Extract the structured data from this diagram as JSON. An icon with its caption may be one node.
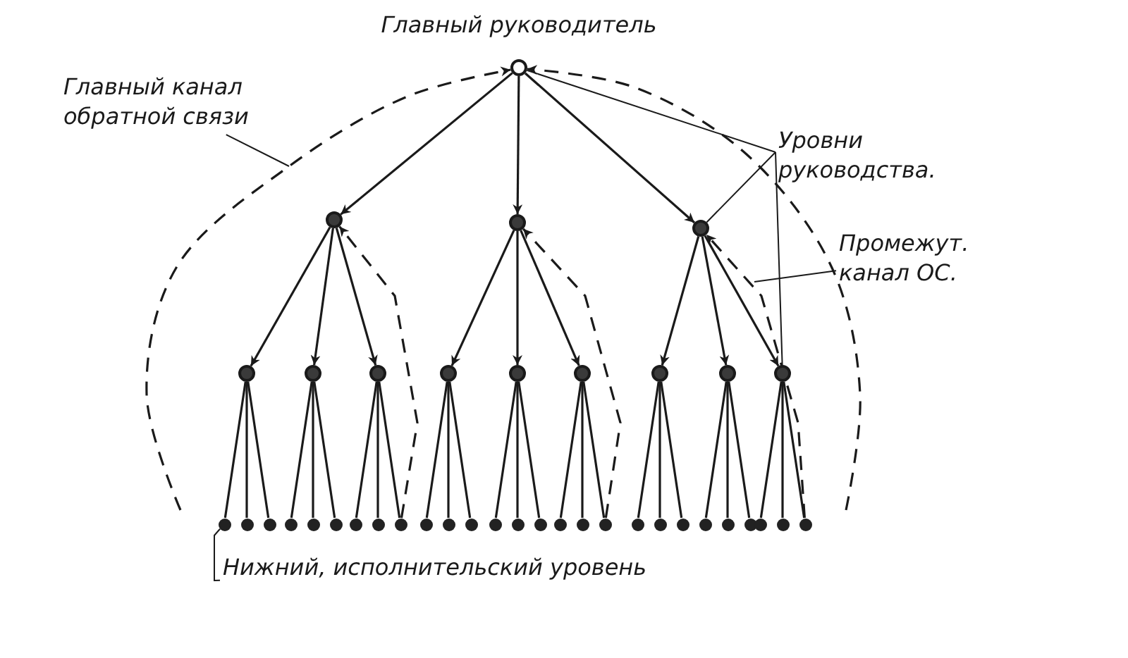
{
  "diagram": {
    "nodes": [
      {
        "text": [],
        "shape": "circle",
        "beside": [
          "Главный руководитель"
        ]
      },
      {
        "text": [],
        "shape": "circle"
      },
      {
        "text": [],
        "shape": "circle"
      },
      {
        "text": [],
        "shape": "circle"
      },
      {
        "text": [],
        "shape": "circle"
      },
      {
        "text": [],
        "shape": "circle"
      },
      {
        "text": [],
        "shape": "circle"
      },
      {
        "text": [],
        "shape": "circle"
      },
      {
        "text": [],
        "shape": "circle"
      },
      {
        "text": [],
        "shape": "circle"
      },
      {
        "text": [],
        "shape": "circle"
      },
      {
        "text": [],
        "shape": "circle"
      },
      {
        "text": [],
        "shape": "circle"
      },
      {
        "text": [],
        "shape": "circle"
      },
      {
        "text": [],
        "shape": "circle"
      },
      {
        "text": [],
        "shape": "circle"
      },
      {
        "text": [],
        "shape": "circle"
      },
      {
        "text": [],
        "shape": "circle"
      },
      {
        "text": [],
        "shape": "circle"
      },
      {
        "text": [],
        "shape": "circle"
      },
      {
        "text": [],
        "shape": "circle"
      },
      {
        "text": [],
        "shape": "circle"
      },
      {
        "text": [],
        "shape": "circle"
      },
      {
        "text": [],
        "shape": "circle"
      },
      {
        "text": [],
        "shape": "circle"
      },
      {
        "text": [],
        "shape": "circle"
      },
      {
        "text": [],
        "shape": "circle"
      },
      {
        "text": [],
        "shape": "circle"
      },
      {
        "text": [],
        "shape": "circle"
      },
      {
        "text": [],
        "shape": "circle"
      },
      {
        "text": [],
        "shape": "circle"
      },
      {
        "text": [],
        "shape": "circle"
      },
      {
        "text": [],
        "shape": "circle"
      },
      {
        "text": [],
        "shape": "circle"
      },
      {
        "text": [],
        "shape": "circle"
      },
      {
        "text": [],
        "shape": "circle"
      },
      {
        "text": [],
        "shape": "circle"
      },
      {
        "text": [],
        "shape": "circle"
      },
      {
        "text": [],
        "shape": "circle"
      },
      {
        "text": [],
        "shape": "circle"
      },
      {
        "text": [
          "Главный канал обратной связи"
        ]
      },
      {
        "text": [
          "Уровни руководства."
        ]
      },
      {
        "text": [
          "Промежут. канал ОС."
        ]
      },
      {
        "text": [
          "Нижний, исполнительский уровень"
        ]
      }
    ],
    "edges": [
      {
        "from": 0,
        "to": 1,
        "arrow": "to"
      },
      {
        "from": 0,
        "to": 2,
        "arrow": "to"
      },
      {
        "from": 0,
        "to": 3,
        "arrow": "to"
      },
      {
        "from": 1,
        "to": 4,
        "arrow": "to"
      },
      {
        "from": 1,
        "to": 5,
        "arrow": "to"
      },
      {
        "from": 1,
        "to": 6,
        "arrow": "to"
      },
      {
        "from": 2,
        "to": 7,
        "arrow": "to"
      },
      {
        "from": 2,
        "to": 8,
        "arrow": "to"
      },
      {
        "from": 2,
        "to": 9,
        "arrow": "to"
      },
      {
        "from": 3,
        "to": 10,
        "arrow": "to"
      },
      {
        "from": 3,
        "to": 11,
        "arrow": "to"
      },
      {
        "from": 3,
        "to": 12,
        "arrow": "to"
      },
      {
        "from": 4,
        "to": 13,
        "arrow": "none"
      },
      {
        "from": 4,
        "to": 14,
        "arrow": "none"
      },
      {
        "from": 4,
        "to": 15,
        "arrow": "none"
      },
      {
        "from": 5,
        "to": 16,
        "arrow": "none"
      },
      {
        "from": 5,
        "to": 17,
        "arrow": "none"
      },
      {
        "from": 5,
        "to": 18,
        "arrow": "none"
      },
      {
        "from": 6,
        "to": 19,
        "arrow": "none"
      },
      {
        "from": 6,
        "to": 20,
        "arrow": "none"
      },
      {
        "from": 6,
        "to": 21,
        "arrow": "none"
      },
      {
        "from": 7,
        "to": 22,
        "arrow": "none"
      },
      {
        "from": 7,
        "to": 23,
        "arrow": "none"
      },
      {
        "from": 7,
        "to": 24,
        "arrow": "none"
      },
      {
        "from": 8,
        "to": 25,
        "arrow": "none"
      },
      {
        "from": 8,
        "to": 26,
        "arrow": "none"
      },
      {
        "from": 8,
        "to": 27,
        "arrow": "none"
      },
      {
        "from": 9,
        "to": 28,
        "arrow": "none"
      },
      {
        "from": 9,
        "to": 29,
        "arrow": "none"
      },
      {
        "from": 9,
        "to": 30,
        "arrow": "none"
      },
      {
        "from": 10,
        "to": 31,
        "arrow": "none"
      },
      {
        "from": 10,
        "to": 32,
        "arrow": "none"
      },
      {
        "from": 10,
        "to": 33,
        "arrow": "none"
      },
      {
        "from": 11,
        "to": 34,
        "arrow": "none"
      },
      {
        "from": 11,
        "to": 35,
        "arrow": "none"
      },
      {
        "from": 11,
        "to": 36,
        "arrow": "none"
      },
      {
        "from": 12,
        "to": 37,
        "arrow": "none"
      },
      {
        "from": 12,
        "to": 38,
        "arrow": "none"
      },
      {
        "from": 12,
        "to": 39,
        "arrow": "none"
      },
      {
        "from": null,
        "to": 0,
        "arrow": "to",
        "style": "dashed"
      },
      {
        "from": null,
        "to": 0,
        "arrow": "to",
        "style": "dashed"
      },
      {
        "from": 21,
        "to": 1,
        "arrow": "to",
        "style": "dashed"
      },
      {
        "from": 30,
        "to": 2,
        "arrow": "to",
        "style": "dashed"
      },
      {
        "from": 39,
        "to": 3,
        "arrow": "to",
        "style": "dashed"
      },
      {
        "from": 40,
        "to": null,
        "arrow": "none"
      },
      {
        "from": 41,
        "to": 0,
        "arrow": "none"
      },
      {
        "from": 41,
        "to": 3,
        "arrow": "none"
      },
      {
        "from": 41,
        "to": 12,
        "arrow": "none"
      },
      {
        "from": 42,
        "to": null,
        "arrow": "none"
      },
      {
        "from": 43,
        "to": 13,
        "arrow": "none"
      }
    ]
  }
}
